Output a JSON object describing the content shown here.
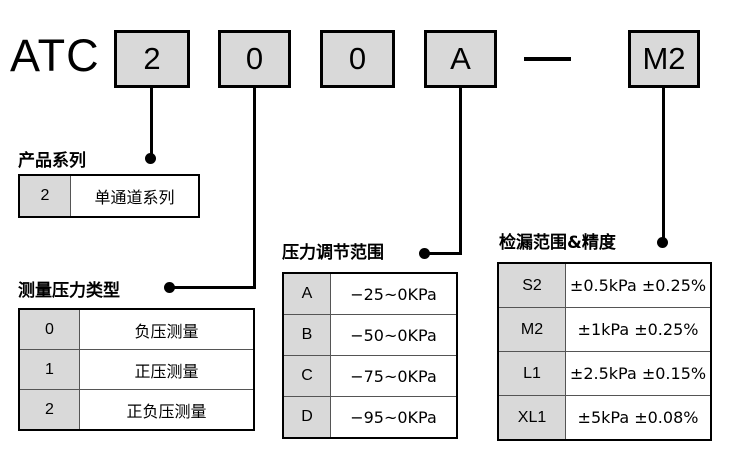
{
  "model": {
    "brand": "ATC",
    "segments": [
      {
        "name": "series",
        "value": "2"
      },
      {
        "name": "ptype",
        "value": "0"
      },
      {
        "name": "reserved",
        "value": "0"
      },
      {
        "name": "range",
        "value": "A"
      },
      {
        "name": "leak",
        "value": "M2"
      }
    ],
    "separator": "—"
  },
  "sections": {
    "series": {
      "caption": "产品系列",
      "rows": [
        {
          "code": "2",
          "desc": "单通道系列"
        }
      ]
    },
    "ptype": {
      "caption": "测量压力类型",
      "rows": [
        {
          "code": "0",
          "desc": "负压测量"
        },
        {
          "code": "1",
          "desc": "正压测量"
        },
        {
          "code": "2",
          "desc": "正负压测量"
        }
      ]
    },
    "range": {
      "caption": "压力调节范围",
      "rows": [
        {
          "code": "A",
          "desc": "−25~0KPa"
        },
        {
          "code": "B",
          "desc": "−50~0KPa"
        },
        {
          "code": "C",
          "desc": "−75~0KPa"
        },
        {
          "code": "D",
          "desc": "−95~0KPa"
        }
      ]
    },
    "leak": {
      "caption": "检漏范围&精度",
      "rows": [
        {
          "code": "S2",
          "desc": "±0.5kPa ±0.25%"
        },
        {
          "code": "M2",
          "desc": "±1kPa ±0.25%"
        },
        {
          "code": "L1",
          "desc": "±2.5kPa ±0.15%"
        },
        {
          "code": "XL1",
          "desc": "±5kPa ±0.08%"
        }
      ]
    }
  },
  "colors": {
    "fill_gray": "#d9d9d9",
    "stroke": "#000000",
    "background": "#ffffff"
  }
}
